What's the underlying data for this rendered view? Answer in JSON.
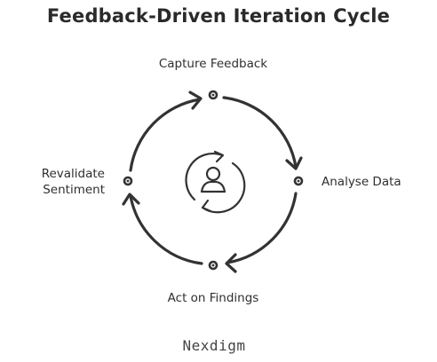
{
  "title": "Feedback-Driven Iteration Cycle",
  "stages": {
    "top": "Capture Feedback",
    "right": "Analyse Data",
    "bottom": "Act on Findings",
    "left": "Revalidate Sentiment"
  },
  "brand": "Nexdigm",
  "icons": {
    "center": "user-cycle-icon"
  },
  "colors": {
    "stroke": "#333333",
    "text": "#2b2b2b"
  }
}
